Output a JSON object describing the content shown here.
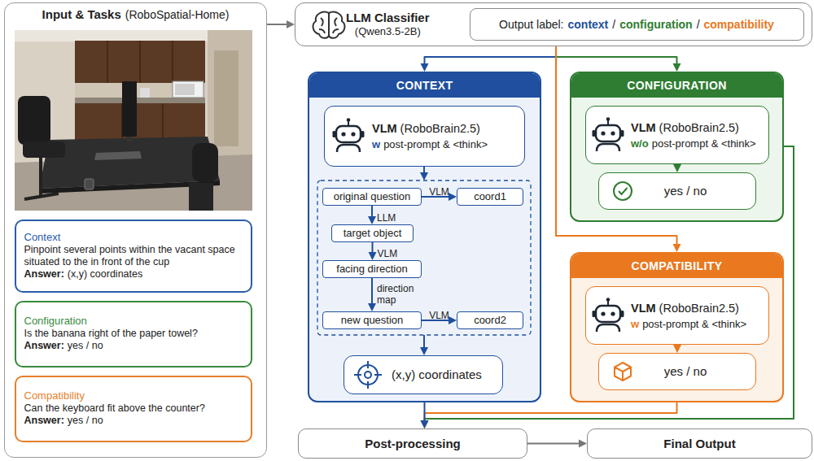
{
  "diagram": {
    "nodes": [
      {
        "text": [
          "Input & Tasks",
          "(RoboSpatial-Home)"
        ]
      },
      {
        "text": [
          "Context",
          "Pinpoint several points within the vacant space situated to the in front of the cup",
          "Answer:",
          "(x,y) coordinates"
        ],
        "in": 0
      },
      {
        "text": [
          "Configuration",
          "Is the banana right of the paper towel?",
          "Answer:",
          "yes / no"
        ],
        "in": 0
      },
      {
        "text": [
          "Compatibility",
          "Can the keyboard fit above the counter?",
          "Answer:",
          "yes / no"
        ],
        "in": 0
      },
      {
        "text": [
          "LLM Classifier",
          "(Qwen3.5-2B)"
        ]
      },
      {
        "text": [
          "Output label:",
          "context",
          "/",
          "configuration",
          "/",
          "compatibility"
        ],
        "in": 4
      },
      {
        "text": [
          "CONTEXT"
        ]
      },
      {
        "text": [
          "VLM",
          "(RoboBrain2.5)",
          "w",
          "post-prompt & <think>"
        ],
        "in": 6
      },
      {
        "text": [
          "original question"
        ],
        "in": 6
      },
      {
        "text": [
          "coord1"
        ],
        "in": 6
      },
      {
        "text": [
          "target object"
        ],
        "in": 6
      },
      {
        "text": [
          "facing direction"
        ],
        "in": 6
      },
      {
        "text": [
          "new question"
        ],
        "in": 6
      },
      {
        "text": [
          "coord2"
        ],
        "in": 6
      },
      {
        "text": [
          "(x,y) coordinates"
        ],
        "in": 6
      },
      {
        "text": [
          "CONFIGURATION"
        ]
      },
      {
        "text": [
          "VLM",
          "(RoboBrain2.5)",
          "w/o",
          "post-prompt & <think>"
        ],
        "in": 15
      },
      {
        "text": [
          "yes / no"
        ],
        "in": 15
      },
      {
        "text": [
          "COMPATIBILITY"
        ]
      },
      {
        "text": [
          "VLM",
          "(RoboBrain2.5)",
          "w",
          "post-prompt & <think>"
        ],
        "in": 18
      },
      {
        "text": [
          "yes / no"
        ],
        "in": 18
      },
      {
        "text": [
          "Post-processing"
        ]
      },
      {
        "text": [
          "Final Output"
        ]
      }
    ],
    "edges": [
      {
        "from": 0,
        "to": 4,
        "arrow": "to"
      },
      {
        "from": 4,
        "to": 6,
        "arrow": "to"
      },
      {
        "from": 4,
        "to": 15,
        "arrow": "to"
      },
      {
        "from": 4,
        "to": 18,
        "arrow": "to"
      },
      {
        "from": 8,
        "to": 9,
        "arrow": "to",
        "label": "VLM"
      },
      {
        "from": 8,
        "to": 10,
        "arrow": "to",
        "label": "LLM"
      },
      {
        "from": 10,
        "to": 11,
        "arrow": "to",
        "label": "VLM"
      },
      {
        "from": 11,
        "to": 12,
        "arrow": "to",
        "label": "direction map"
      },
      {
        "from": 12,
        "to": 13,
        "arrow": "to",
        "label": "VLM"
      },
      {
        "from": 16,
        "to": 17,
        "arrow": "to"
      },
      {
        "from": 19,
        "to": 20,
        "arrow": "to"
      },
      {
        "from": 15,
        "to": 21,
        "arrow": "to"
      },
      {
        "from": 18,
        "to": 21,
        "arrow": "to"
      },
      {
        "from": 6,
        "to": 21,
        "arrow": "to"
      },
      {
        "from": 21,
        "to": 22,
        "arrow": "to"
      }
    ]
  }
}
